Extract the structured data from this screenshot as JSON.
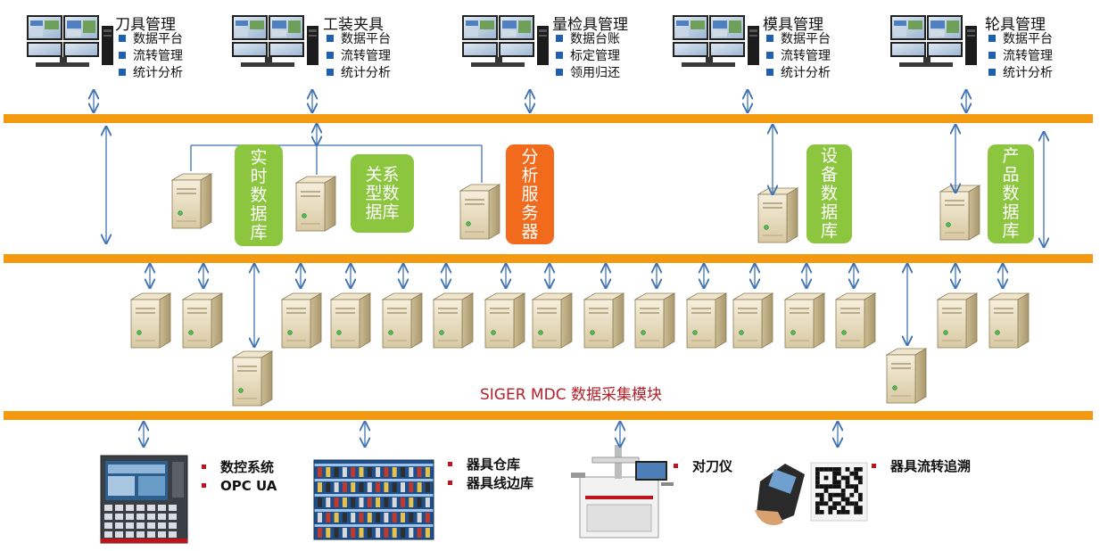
{
  "modules": [
    {
      "title": "刀具管理",
      "items": [
        "数据平台",
        "流转管理",
        "统计分析"
      ]
    },
    {
      "title": "工装夹具",
      "items": [
        "数据平台",
        "流转管理",
        "统计分析"
      ]
    },
    {
      "title": "量检具管理",
      "items": [
        "数据台账",
        "标定管理",
        "领用归还"
      ]
    },
    {
      "title": "模具管理",
      "items": [
        "数据平台",
        "流转管理",
        "统计分析"
      ]
    },
    {
      "title": "轮具管理",
      "items": [
        "数据平台",
        "流转管理",
        "统计分析"
      ]
    }
  ],
  "databases": {
    "realtime": [
      "实",
      "时",
      "数",
      "据",
      "库"
    ],
    "relational": [
      "关系",
      "型数",
      "据库"
    ],
    "analysis": [
      "分",
      "析",
      "服",
      "务",
      "器"
    ],
    "equipment": [
      "设",
      "备",
      "数",
      "据",
      "库"
    ],
    "product": [
      "产",
      "品",
      "数",
      "据",
      "库"
    ]
  },
  "mdc_label": "SIGER MDC 数据采集模块",
  "devices": [
    {
      "items": [
        "数控系统",
        "OPC UA"
      ],
      "icon": "cnc-panel"
    },
    {
      "items": [
        "器具仓库",
        "器具线边库"
      ],
      "icon": "tool-warehouse"
    },
    {
      "items": [
        "对刀仪"
      ],
      "icon": "tool-presetter"
    },
    {
      "items": [
        "器具流转追溯"
      ],
      "icon": "handheld-qr-scanner"
    }
  ],
  "colors": {
    "bus": "#f39a11",
    "green_box": "#8cc63f",
    "orange_box": "#f26b1d",
    "arrow": "#3f73b4",
    "mdc_text": "#b0212b",
    "bullet_blue": "#1f5fb0",
    "bullet_red": "#c0141c"
  }
}
